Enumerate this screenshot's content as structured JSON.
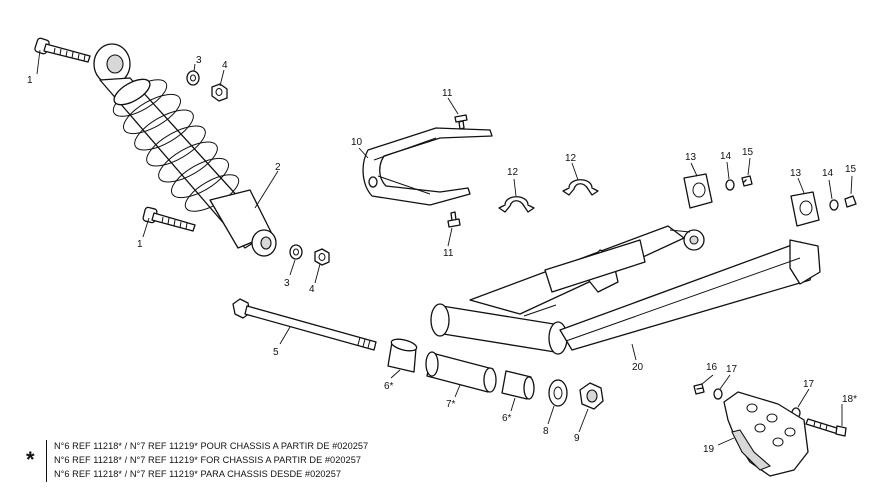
{
  "diagram": {
    "callouts": {
      "c1a": "1",
      "c1b": "1",
      "c2": "2",
      "c3a": "3",
      "c3b": "3",
      "c4a": "4",
      "c4b": "4",
      "c5": "5",
      "c6a": "6*",
      "c6b": "6*",
      "c7": "7*",
      "c8": "8",
      "c9": "9",
      "c10": "10",
      "c11a": "11",
      "c11b": "11",
      "c12a": "12",
      "c12b": "12",
      "c13a": "13",
      "c13b": "13",
      "c14a": "14",
      "c14b": "14",
      "c15a": "15",
      "c15b": "15",
      "c16": "16",
      "c17a": "17",
      "c17b": "17",
      "c18": "18*",
      "c19": "19",
      "c20": "20"
    },
    "footnote": {
      "marker": "*",
      "lines": [
        "N°6 REF 11218* / N°7 REF 11219* POUR CHASSIS A PARTIR DE #020257",
        "N°6 REF 11218* / N°7 REF 11219* FOR CHASSIS A PARTIR DE #020257",
        "N°6 REF 11218* / N°7 REF 11219* PARA CHASSIS DESDE #020257"
      ]
    }
  }
}
